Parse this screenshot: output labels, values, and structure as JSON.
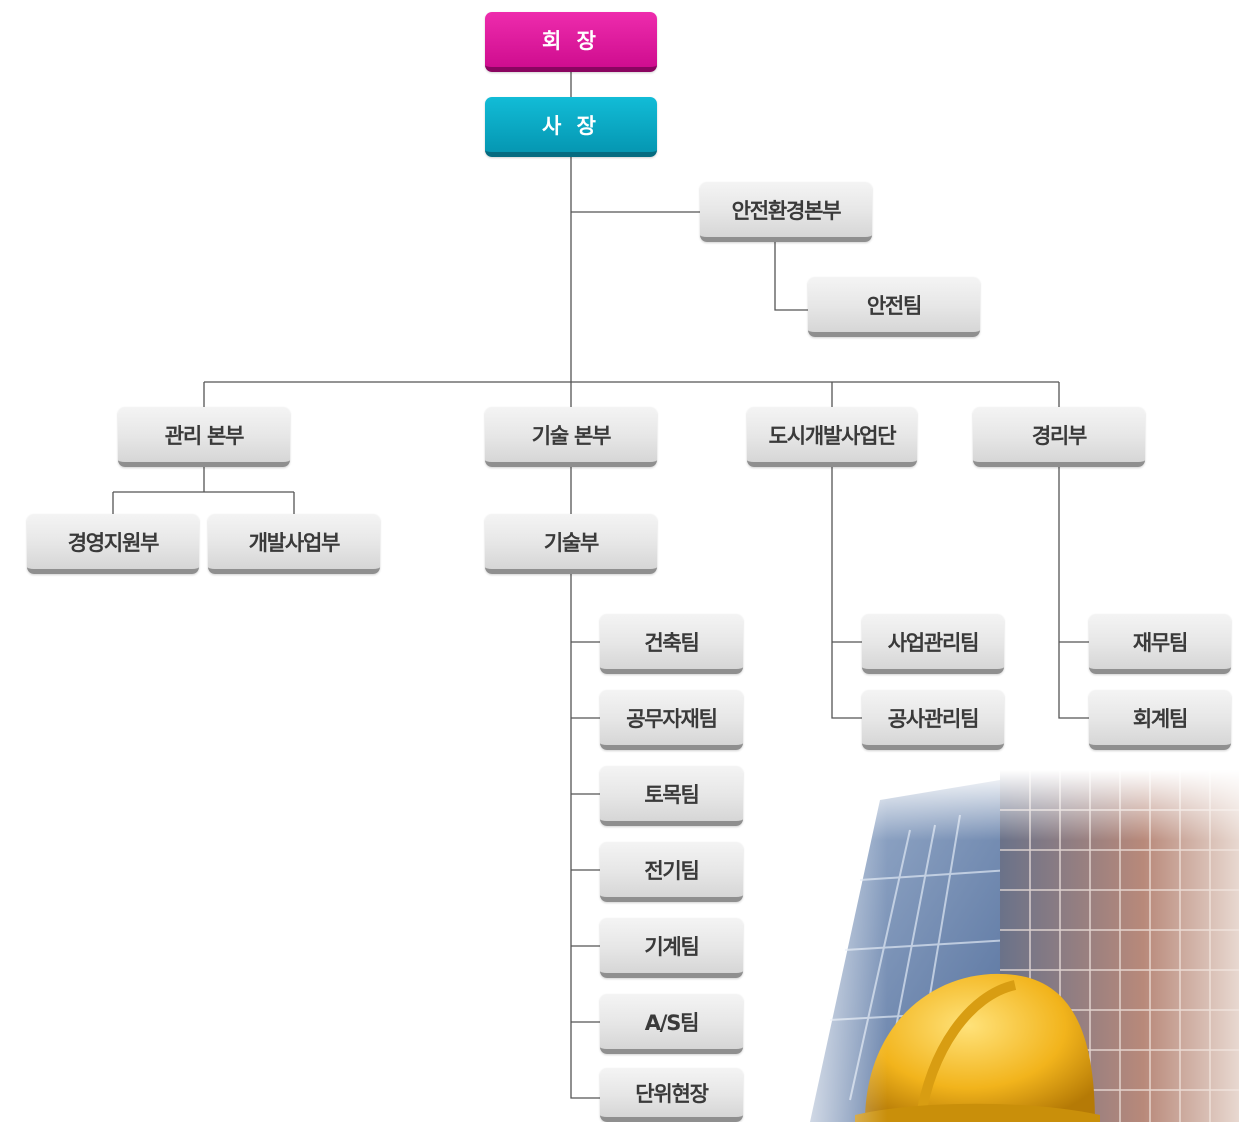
{
  "org": {
    "chairman": "회 장",
    "president": "사 장",
    "safety_hq": "안전환경본부",
    "safety_team": "안전팀",
    "mgmt_hq": "관리 본부",
    "mgmt_children": [
      "경영지원부",
      "개발사업부"
    ],
    "tech_hq": "기술 본부",
    "tech_dept": "기술부",
    "tech_teams": [
      "건축팀",
      "공무자재팀",
      "토목팀",
      "전기팀",
      "기계팀",
      "A/S팀",
      "단위현장"
    ],
    "urban_hq": "도시개발사업단",
    "urban_teams": [
      "사업관리팀",
      "공사관리팀"
    ],
    "accounting_dept": "경리부",
    "accounting_teams": [
      "재무팀",
      "회계팀"
    ]
  },
  "colors": {
    "chairman": "#d9179b",
    "president": "#0aa7c4",
    "box_gray": "#e2e2e2",
    "line": "#555555"
  },
  "decor": {
    "photo_icon": "construction-helmet-building-photo"
  }
}
